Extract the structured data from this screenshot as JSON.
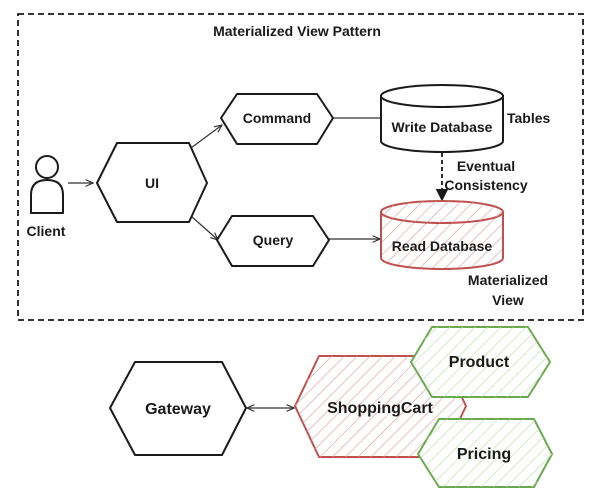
{
  "diagram": {
    "title": "Materialized View Pattern",
    "actors": {
      "client": "Client"
    },
    "nodes": {
      "ui": "UI",
      "command": "Command",
      "query": "Query",
      "write_db": "Write Database",
      "read_db": "Read Database",
      "gateway": "Gateway",
      "shopping_cart": "ShoppingCart",
      "product": "Product",
      "pricing": "Pricing"
    },
    "annotations": {
      "tables": "Tables",
      "consistency_line1": "Eventual",
      "consistency_line2": "Consistency",
      "materialized_line1": "Materialized",
      "materialized_line2": "View"
    },
    "colors": {
      "read_side": "#c0504d",
      "catalog_services": "#6aaa4f",
      "outline": "#1a1a1a"
    }
  }
}
